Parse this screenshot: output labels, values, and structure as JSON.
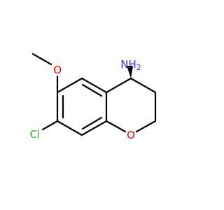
{
  "structure": {
    "atoms": [
      {
        "symbol": "NH2",
        "main": "N",
        "sub": "2",
        "prefix": "H",
        "color": "#3333ff"
      },
      {
        "symbol": "O",
        "color": "#ff0000"
      },
      {
        "symbol": "O",
        "color": "#ff0000"
      },
      {
        "symbol": "Cl",
        "color": "#33aa33"
      }
    ]
  }
}
